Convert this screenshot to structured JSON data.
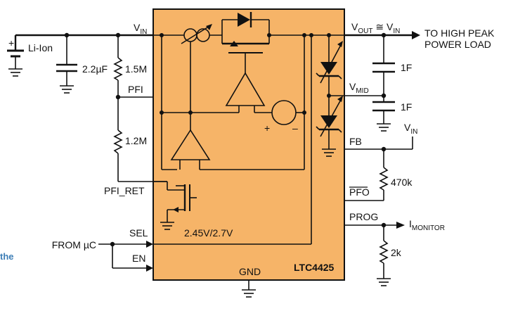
{
  "chip": {
    "name": "LTC4425",
    "body_color": "#f6b468",
    "pins": {
      "vin": "V",
      "vin_sub": "IN",
      "pfi": "PFI",
      "pfi_ret": "PFI_RET",
      "sel": "SEL",
      "en": "EN",
      "gnd": "GND",
      "fb": "FB",
      "pfo": "PFO",
      "prog": "PROG",
      "vmid": "V",
      "vmid_sub": "MID"
    },
    "threshold_label": "2.45V/2.7V"
  },
  "left": {
    "battery": "Li-Ion",
    "battery_plus": "+",
    "cap_in": "2.2µF",
    "r_top": "1.5M",
    "r_bottom": "1.2M",
    "from_uc": "FROM µC"
  },
  "right": {
    "vout_v": "V",
    "vout_sub": "OUT",
    "vout_eq": " ≅ V",
    "vout_eq_sub": "IN",
    "load_line1": "TO HIGH PEAK",
    "load_line2": "POWER LOAD",
    "cap_top": "1F",
    "cap_bottom": "1F",
    "pullup_v": "V",
    "pullup_sub": "IN",
    "r_pullup": "470k",
    "imon": "I",
    "imon_sub": "MONITOR",
    "r_prog": "2k"
  },
  "internal": {
    "src_plus": "+",
    "src_minus": "–"
  },
  "side_text": "the"
}
